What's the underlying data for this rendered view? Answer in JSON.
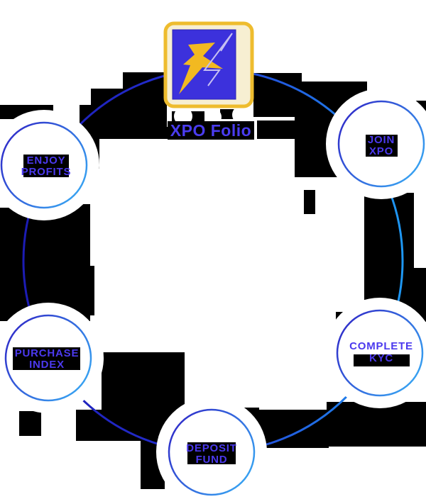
{
  "brand": {
    "title": "XPO Folio",
    "logo_icon": "lightning-x-icon"
  },
  "diagram": {
    "type": "circular-process",
    "ring_shape": "ellipse"
  },
  "steps": [
    {
      "id": "join-xpo",
      "line1": "JOIN",
      "line2": "XPO"
    },
    {
      "id": "complete-kyc",
      "line1": "COMPLETE",
      "line2": "KYC"
    },
    {
      "id": "deposit-fund",
      "line1": "DEPOSIT",
      "line2": "FUND"
    },
    {
      "id": "purchase-index",
      "line1": "PURCHASE",
      "line2": "INDEX"
    },
    {
      "id": "enjoy-profits",
      "line1": "ENJOY",
      "line2": "PROFITS"
    }
  ],
  "colors": {
    "label_text": "#4b39ee",
    "title_text": "#4a3cf0",
    "ring_dark": "#1c1cb4",
    "ring_light": "#1e97f2",
    "node_border_dark": "#2f28c8",
    "node_border_light": "#38aaf4",
    "logo_gold": "#eebc2e",
    "logo_bolt": "#f2b921",
    "logo_cream": "#f7efd2",
    "logo_blue": "#3c31dc",
    "artifact_black": "#000000",
    "background": "#ffffff"
  }
}
